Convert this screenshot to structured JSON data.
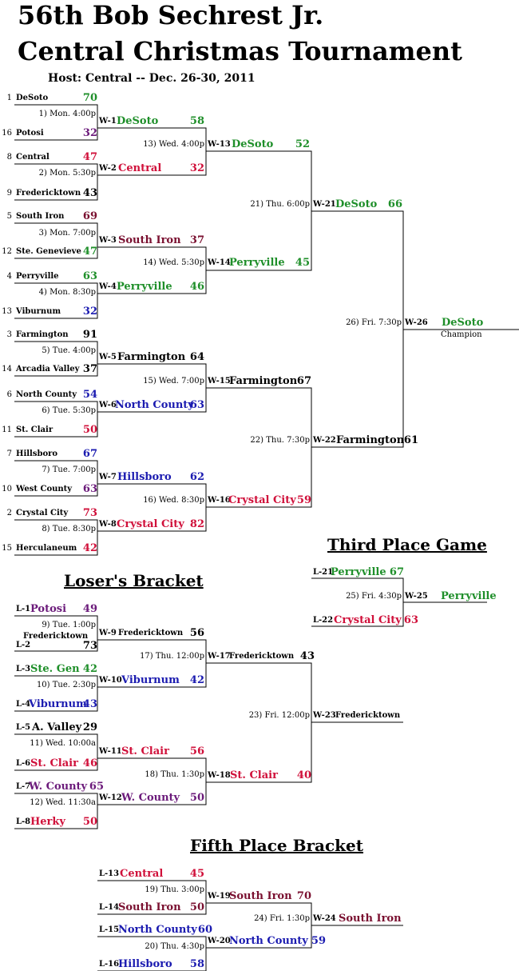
{
  "colors": {
    "black": "#000000",
    "green": "#1f8f2a",
    "purple": "#6b1a7a",
    "red": "#d0103a",
    "maroon": "#7a1030",
    "blue": "#1b1bb0"
  },
  "title_line1": "56th Bob Sechrest Jr.",
  "title_line2": "Central Christmas Tournament",
  "host_line": "Host: Central  --  Dec. 26-30, 2011",
  "sections": {
    "losers": "Loser's Bracket",
    "third": "Third Place Game",
    "fifth": "Fifth Place Bracket"
  },
  "champion_caption": "Champion",
  "seeds": [
    {
      "seed": "1",
      "team": "DeSoto",
      "score": "70",
      "color": "green"
    },
    {
      "seed": "16",
      "team": "Potosi",
      "score": "32",
      "color": "purple"
    },
    {
      "seed": "8",
      "team": "Central",
      "score": "47",
      "color": "red"
    },
    {
      "seed": "9",
      "team": "Fredericktown",
      "score": "43",
      "color": "black"
    },
    {
      "seed": "5",
      "team": "South Iron",
      "score": "69",
      "color": "maroon"
    },
    {
      "seed": "12",
      "team": "Ste. Genevieve",
      "score": "47",
      "color": "green"
    },
    {
      "seed": "4",
      "team": "Perryville",
      "score": "63",
      "color": "green"
    },
    {
      "seed": "13",
      "team": "Viburnum",
      "score": "32",
      "color": "blue"
    },
    {
      "seed": "3",
      "team": "Farmington",
      "score": "91",
      "color": "black"
    },
    {
      "seed": "14",
      "team": "Arcadia Valley",
      "score": "37",
      "color": "black"
    },
    {
      "seed": "6",
      "team": "North County",
      "score": "54",
      "color": "blue"
    },
    {
      "seed": "11",
      "team": "St. Clair",
      "score": "50",
      "color": "red"
    },
    {
      "seed": "7",
      "team": "Hillsboro",
      "score": "67",
      "color": "blue"
    },
    {
      "seed": "10",
      "team": "West County",
      "score": "63",
      "color": "purple"
    },
    {
      "seed": "2",
      "team": "Crystal City",
      "score": "73",
      "color": "red"
    },
    {
      "seed": "15",
      "team": "Herculaneum",
      "score": "42",
      "color": "red"
    }
  ],
  "games": [
    "1) Mon. 4:00p",
    "2) Mon. 5:30p",
    "3) Mon. 7:00p",
    "4) Mon. 8:30p",
    "5) Tue. 4:00p",
    "6) Tue. 5:30p",
    "7) Tue. 7:00p",
    "8) Tue. 8:30p",
    "13) Wed. 4:00p",
    "14) Wed. 5:30p",
    "15) Wed. 7:00p",
    "16) Wed. 8:30p",
    "21) Thu. 6:00p",
    "22) Thu. 7:30p",
    "26) Fri. 7:30p",
    "9) Tue. 1:00p",
    "10) Tue. 2:30p",
    "11) Wed. 10:00a",
    "12) Wed. 11:30a",
    "17) Thu. 12:00p",
    "18) Thu. 1:30p",
    "23) Fri. 12:00p",
    "25) Fri. 4:30p",
    "19) Thu. 3:00p",
    "20) Thu. 4:30p",
    "24) Fri. 1:30p"
  ],
  "winners": [
    {
      "label": "W-1",
      "team": "DeSoto",
      "score": "58",
      "color": "green"
    },
    {
      "label": "W-2",
      "team": "Central",
      "score": "32",
      "color": "red"
    },
    {
      "label": "W-3",
      "team": "South Iron",
      "score": "37",
      "color": "maroon"
    },
    {
      "label": "W-4",
      "team": "Perryville",
      "score": "46",
      "color": "green"
    },
    {
      "label": "W-5",
      "team": "Farmington",
      "score": "64",
      "color": "black"
    },
    {
      "label": "W-6",
      "team": "North County",
      "score": "63",
      "color": "blue"
    },
    {
      "label": "W-7",
      "team": "Hillsboro",
      "score": "62",
      "color": "blue"
    },
    {
      "label": "W-8",
      "team": "Crystal City",
      "score": "82",
      "color": "red"
    },
    {
      "label": "W-13",
      "team": "DeSoto",
      "score": "52",
      "color": "green"
    },
    {
      "label": "W-14",
      "team": "Perryville",
      "score": "45",
      "color": "green"
    },
    {
      "label": "W-15",
      "team": "Farmington",
      "score": "67",
      "color": "black"
    },
    {
      "label": "W-16",
      "team": "Crystal City",
      "score": "59",
      "color": "red"
    },
    {
      "label": "W-21",
      "team": "DeSoto",
      "score": "66",
      "color": "green"
    },
    {
      "label": "W-22",
      "team": "Farmington",
      "score": "61",
      "color": "black"
    },
    {
      "label": "W-26",
      "team": "DeSoto",
      "score": "",
      "color": "green"
    },
    {
      "label": "W-9",
      "team": "Fredericktown",
      "score": "56",
      "color": "black"
    },
    {
      "label": "W-10",
      "team": "Viburnum",
      "score": "42",
      "color": "blue"
    },
    {
      "label": "W-11",
      "team": "St. Clair",
      "score": "56",
      "color": "red"
    },
    {
      "label": "W-12",
      "team": "W. County",
      "score": "50",
      "color": "purple"
    },
    {
      "label": "W-17",
      "team": "Fredericktown",
      "score": "43",
      "color": "black"
    },
    {
      "label": "W-18",
      "team": "St. Clair",
      "score": "40",
      "color": "red"
    },
    {
      "label": "W-23",
      "team": "Fredericktown",
      "score": "",
      "color": "black"
    },
    {
      "label": "W-25",
      "team": "Perryville",
      "score": "",
      "color": "green"
    },
    {
      "label": "W-19",
      "team": "South Iron",
      "score": "70",
      "color": "maroon"
    },
    {
      "label": "W-20",
      "team": "North County",
      "score": "59",
      "color": "blue"
    },
    {
      "label": "W-24",
      "team": "South Iron",
      "score": "",
      "color": "maroon"
    }
  ],
  "losers": [
    {
      "label": "L-1",
      "team": "Potosi",
      "score": "49",
      "color": "purple"
    },
    {
      "label": "L-2",
      "team": "Fredericktown",
      "score": "73",
      "color": "black"
    },
    {
      "label": "L-3",
      "team": "Ste. Gen",
      "score": "42",
      "color": "green"
    },
    {
      "label": "L-4",
      "team": "Viburnum",
      "score": "43",
      "color": "blue"
    },
    {
      "label": "L-5",
      "team": "A. Valley",
      "score": "29",
      "color": "black"
    },
    {
      "label": "L-6",
      "team": "St. Clair",
      "score": "46",
      "color": "red"
    },
    {
      "label": "L-7",
      "team": "W. County",
      "score": "65",
      "color": "purple"
    },
    {
      "label": "L-8",
      "team": "Herky",
      "score": "50",
      "color": "red"
    },
    {
      "label": "L-21",
      "team": "Perryville",
      "score": "67",
      "color": "green"
    },
    {
      "label": "L-22",
      "team": "Crystal City",
      "score": "63",
      "color": "red"
    },
    {
      "label": "L-13",
      "team": "Central",
      "score": "45",
      "color": "red"
    },
    {
      "label": "L-14",
      "team": "South Iron",
      "score": "50",
      "color": "maroon"
    },
    {
      "label": "L-15",
      "team": "North County",
      "score": "60",
      "color": "blue"
    },
    {
      "label": "L-16",
      "team": "Hillsboro",
      "score": "58",
      "color": "blue"
    }
  ]
}
